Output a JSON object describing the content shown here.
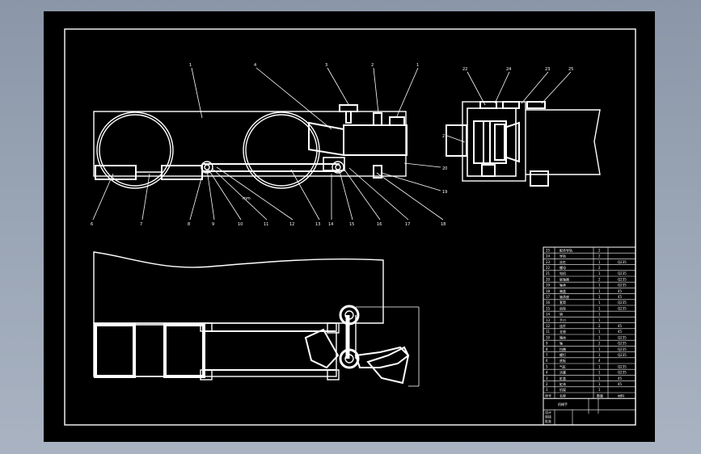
{
  "sheet": {
    "background": "#000000",
    "line_color": "#ffffff",
    "page_color": "#9aa5b5"
  },
  "top_view_labels": [
    "1",
    "4",
    "3",
    "2",
    "1"
  ],
  "bottom_leaders_left": [
    "6",
    "7",
    "8",
    "9",
    "10",
    "11",
    "12",
    "13",
    "14",
    "15",
    "16",
    "17",
    "18"
  ],
  "right_leaders": [
    "20",
    "19"
  ],
  "side_view_labels": [
    "22",
    "24",
    "23",
    "25",
    "21"
  ],
  "dimension_text": "mm",
  "parts_table": {
    "rows": [
      {
        "no": "25",
        "name": "配合导轨",
        "qty": "2",
        "material": ""
      },
      {
        "no": "24",
        "name": "导轨",
        "qty": "2",
        "material": ""
      },
      {
        "no": "23",
        "name": "丝杠",
        "qty": "1",
        "material": "Q235"
      },
      {
        "no": "22",
        "name": "螺母",
        "qty": "2",
        "material": ""
      },
      {
        "no": "21",
        "name": "电机",
        "qty": "1",
        "material": "Q235"
      },
      {
        "no": "20",
        "name": "联轴器",
        "qty": "2",
        "material": "Q235"
      },
      {
        "no": "19",
        "name": "轴承",
        "qty": "1",
        "material": "Q235"
      },
      {
        "no": "18",
        "name": "端盖",
        "qty": "1",
        "material": "45"
      },
      {
        "no": "17",
        "name": "轴承座",
        "qty": "1",
        "material": "45"
      },
      {
        "no": "16",
        "name": "套筒",
        "qty": "1",
        "material": "Q235"
      },
      {
        "no": "15",
        "name": "齿轮",
        "qty": "1",
        "material": "Q235"
      },
      {
        "no": "14",
        "name": "销",
        "qty": "1",
        "material": ""
      },
      {
        "no": "13",
        "name": "手爪",
        "qty": "1",
        "material": ""
      },
      {
        "no": "12",
        "name": "连杆",
        "qty": "2",
        "material": "45"
      },
      {
        "no": "11",
        "name": "支座",
        "qty": "1",
        "material": "45"
      },
      {
        "no": "10",
        "name": "箱体",
        "qty": "1",
        "material": "Q235"
      },
      {
        "no": "9",
        "name": "轴",
        "qty": "2",
        "material": "Q235"
      },
      {
        "no": "8",
        "name": "挡圈",
        "qty": "1",
        "material": "Q235"
      },
      {
        "no": "7",
        "name": "螺钉",
        "qty": "1",
        "material": "Q235"
      },
      {
        "no": "6",
        "name": "底板",
        "qty": "4",
        "material": ""
      },
      {
        "no": "5",
        "name": "气缸",
        "qty": "1",
        "material": "Q235"
      },
      {
        "no": "4",
        "name": "活塞",
        "qty": "1",
        "material": "Q235"
      },
      {
        "no": "3",
        "name": "缸盖",
        "qty": "1",
        "material": "45"
      },
      {
        "no": "2",
        "name": "缸体",
        "qty": "1",
        "material": "45"
      },
      {
        "no": "1",
        "name": "机架",
        "qty": "1",
        "material": ""
      }
    ],
    "header": {
      "no": "序号",
      "name": "名称",
      "qty": "数量",
      "material": "材料"
    },
    "title_label": "机械手",
    "bottom_labels": [
      "设计",
      "审核",
      "批准"
    ]
  }
}
